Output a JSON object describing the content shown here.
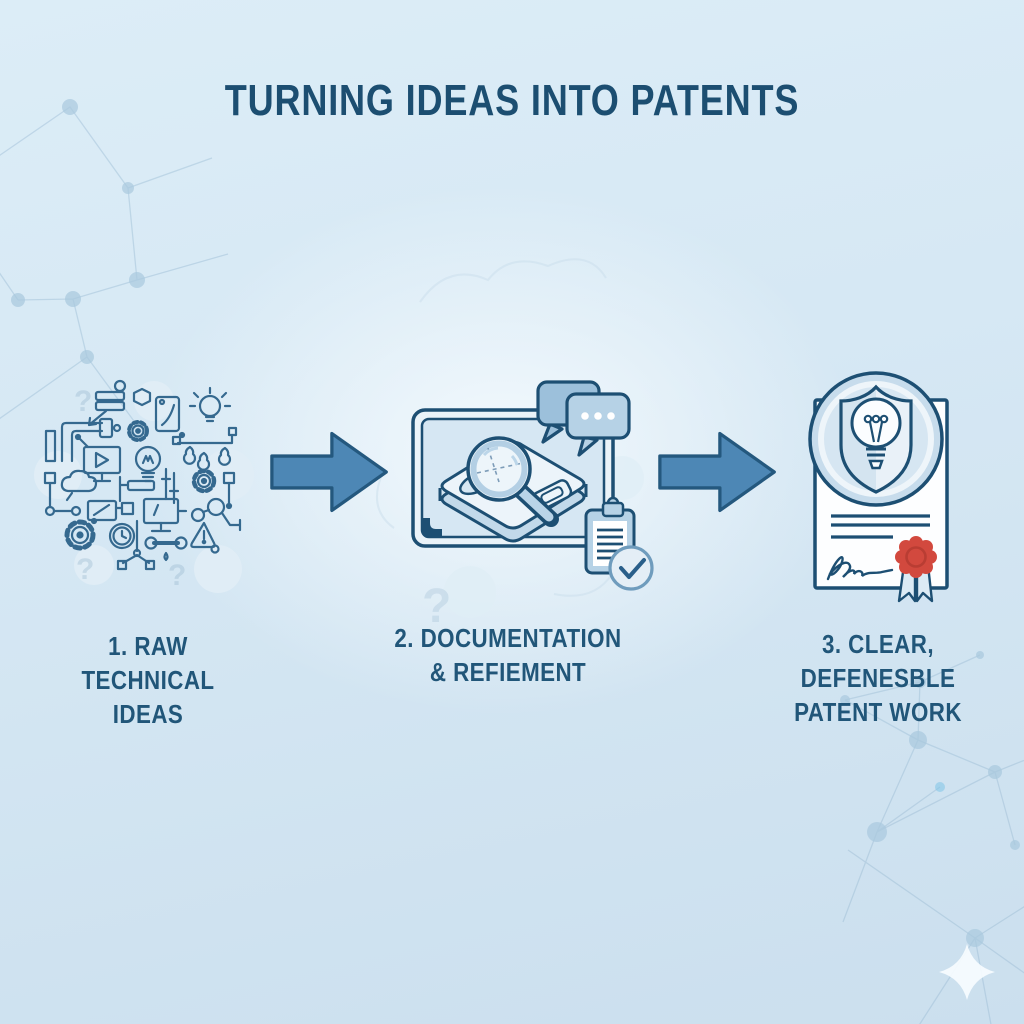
{
  "title": "TURNING IDEAS INTO PATENTS",
  "steps": [
    {
      "label_line1": "1. RAW",
      "label_line2": "TECHNICAL IDEAS",
      "icon": "doodle-cluster-icon"
    },
    {
      "label_line1": "2. DOCUMENTATION",
      "label_line2": "& REFIEMENT",
      "icon": "design-review-tablet-icon"
    },
    {
      "label_line1": "3. CLEAR, DEFENESBLE",
      "label_line2": "PATENT WORK",
      "icon": "patent-certificate-icon"
    }
  ],
  "connectors": {
    "icon": "right-arrow-icon",
    "count": 2
  },
  "decorations": {
    "question_mark": "?",
    "sparkle_icon": "sparkle-icon",
    "network_pattern_icon": "network-nodes-icon"
  },
  "colors": {
    "title_text": "#1c4e71",
    "label_text": "#215679",
    "arrow_fill": "#4d87b5",
    "arrow_stroke": "#24587e",
    "outline_dark": "#1d4f73",
    "line_art": "#35698f",
    "fill_light": "#d6e7f3",
    "fill_mid": "#b6d2e6",
    "seal_red": "#d2493e",
    "background_top": "#dcedf7",
    "background_bottom": "#cbdfee"
  }
}
